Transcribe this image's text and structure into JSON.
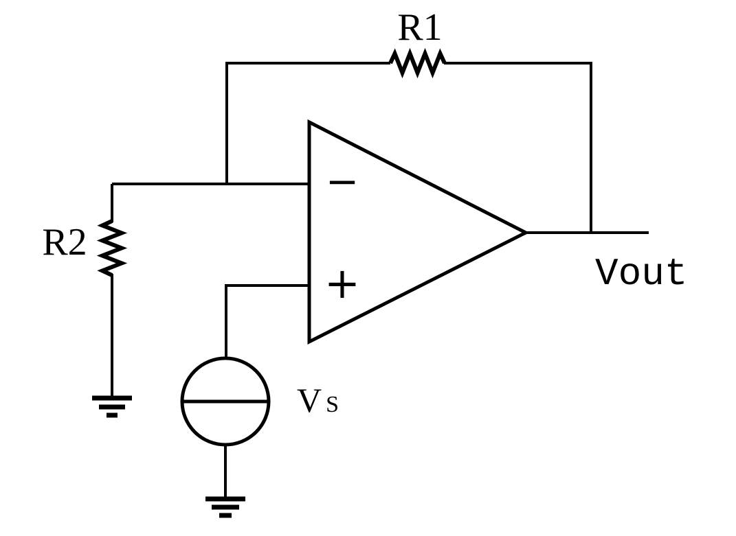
{
  "colors": {
    "ink": "#000000",
    "background": "#ffffff"
  },
  "labels": {
    "r1": "R1",
    "r2": "R2",
    "vs_main": "V",
    "vs_sub": "S",
    "vout": "Vout"
  },
  "opamp": {
    "inverting_input": "−",
    "noninverting_input": "+"
  }
}
